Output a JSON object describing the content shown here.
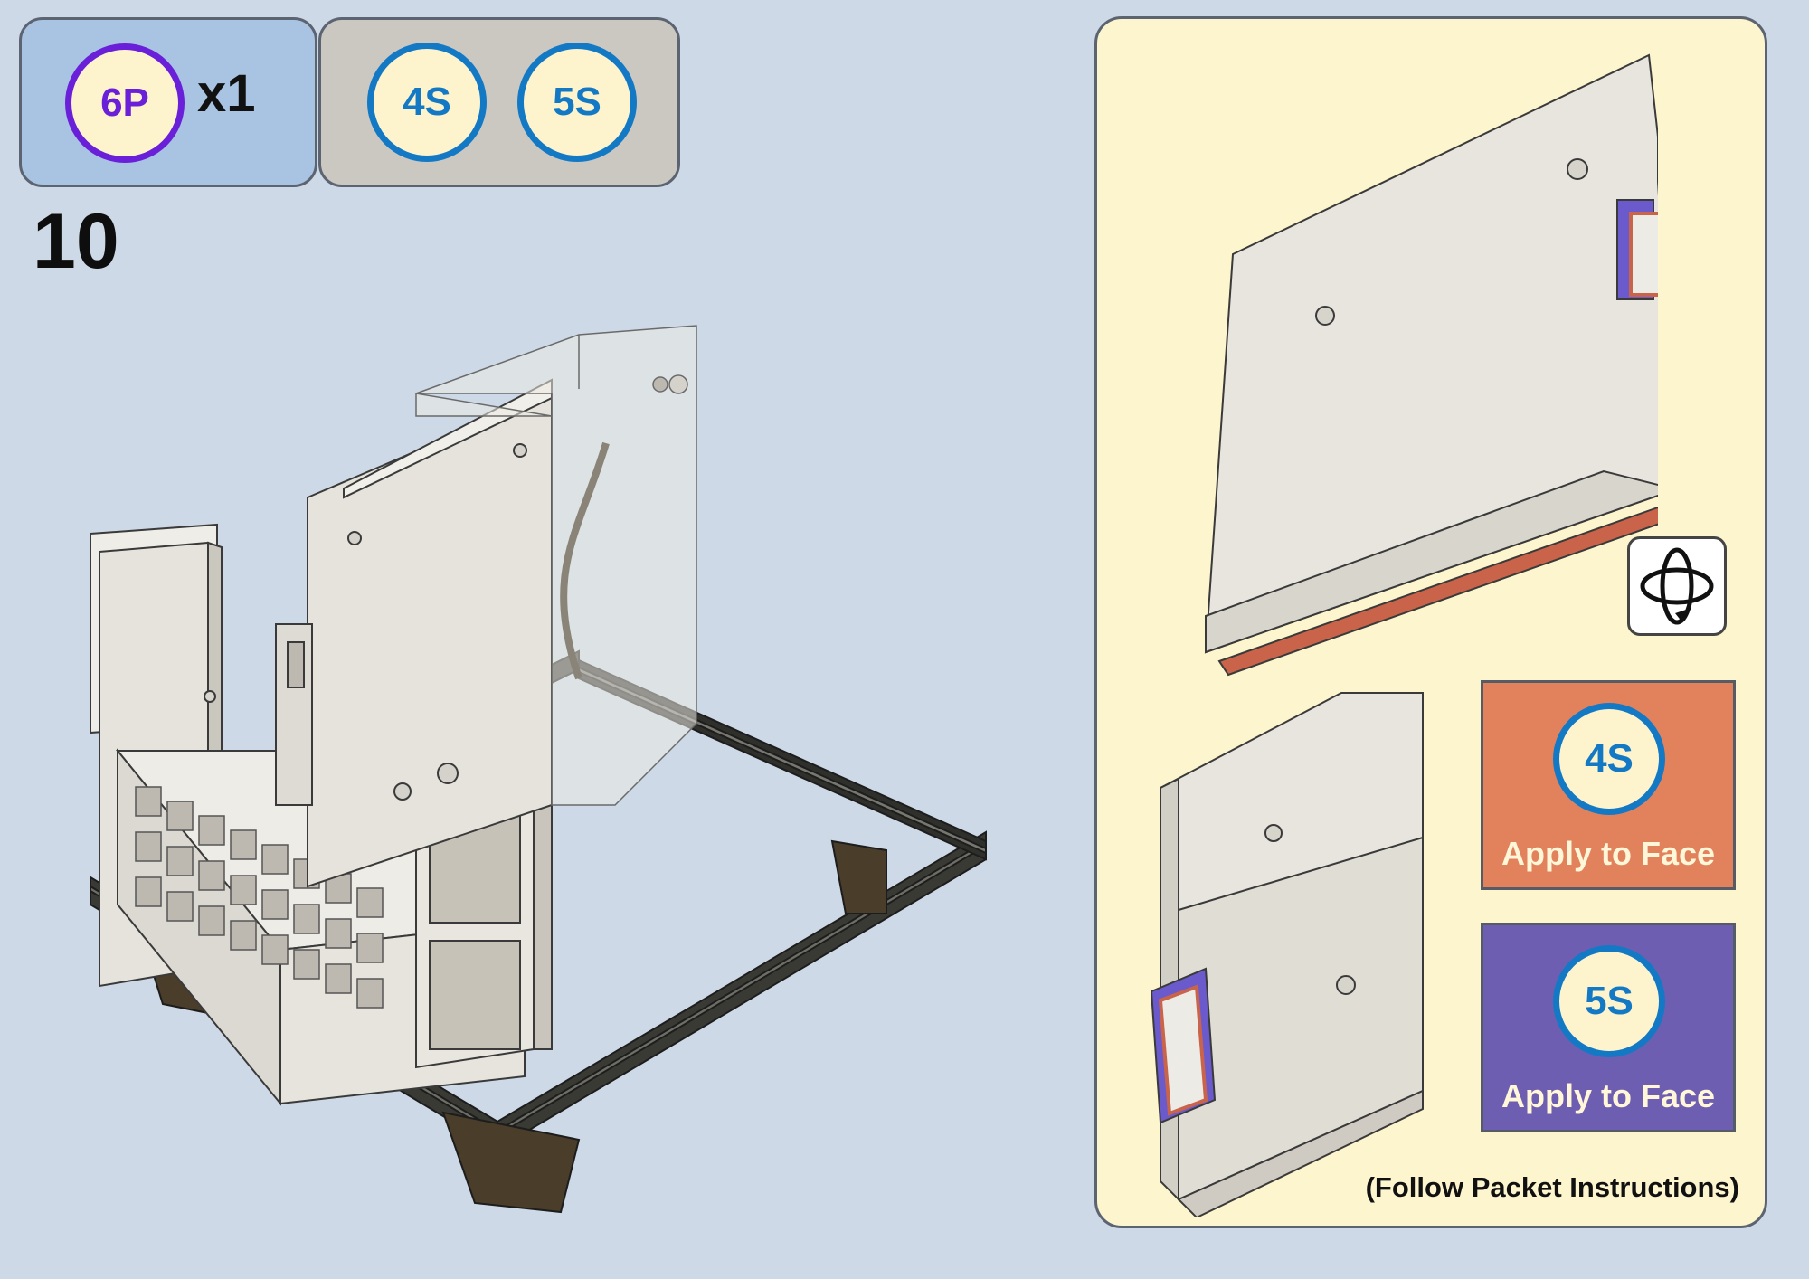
{
  "parts": {
    "main_part": {
      "label": "6P",
      "quantity": "x1"
    },
    "supplies": [
      {
        "label": "4S"
      },
      {
        "label": "5S"
      }
    ]
  },
  "step": {
    "number": "10"
  },
  "side_panel": {
    "legend": [
      {
        "badge": "4S",
        "text": "Apply to Face",
        "color": "#e2825d"
      },
      {
        "badge": "5S",
        "text": "Apply to Face",
        "color": "#6e5eb1"
      }
    ],
    "footnote": "(Follow Packet Instructions)",
    "rotate_icon": "rotate-3d-icon"
  },
  "colors": {
    "background": "#cdd9e6",
    "main_box": "#a9c3e2",
    "supply_box": "#cbc8c2",
    "panel": "#fdf5cd",
    "badge_purple": "#6a1fd8",
    "badge_blue": "#1479c5",
    "face_orange": "#c9644a",
    "face_purple": "#6a5acb"
  }
}
